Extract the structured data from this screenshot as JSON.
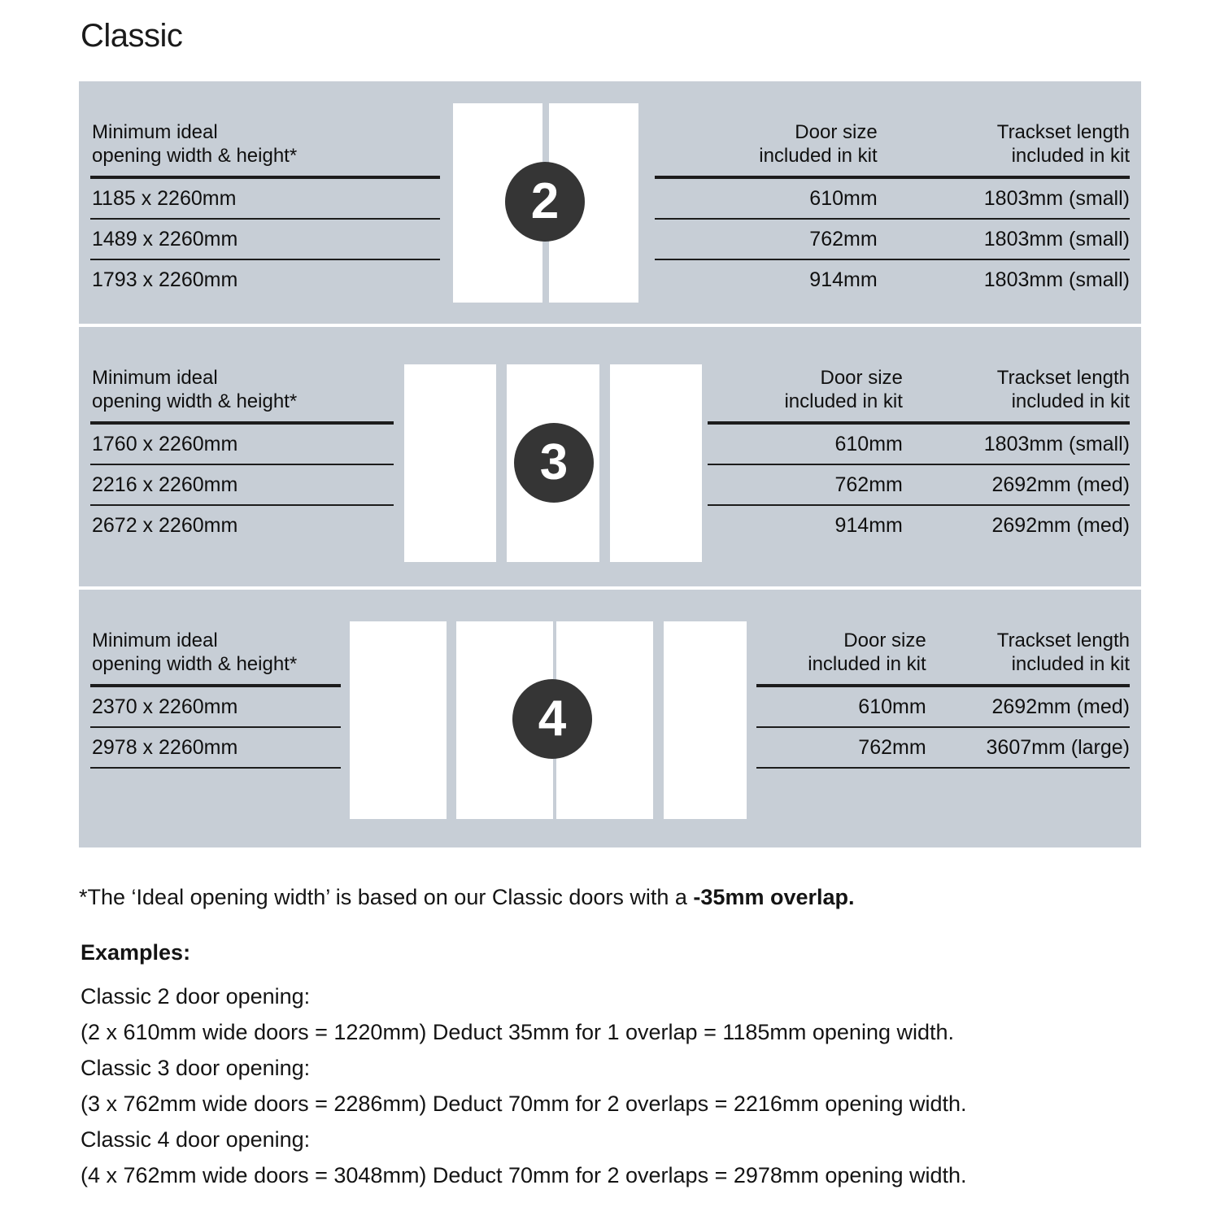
{
  "title": "Classic",
  "colors": {
    "card_bg": "#c7ced6",
    "badge_bg": "#353535",
    "door_fill": "#ffffff",
    "rule": "#1c1c1c",
    "text": "#141414"
  },
  "headers": {
    "left": "Minimum ideal\nopening width & height*",
    "door_size": "Door size\nincluded in kit",
    "trackset": "Trackset length\nincluded in kit"
  },
  "sections": [
    {
      "badge": "2",
      "door_count": 2,
      "rows": [
        {
          "opening": "1185 x 2260mm",
          "door_size": "610mm",
          "trackset": "1803mm (small)"
        },
        {
          "opening": "1489 x 2260mm",
          "door_size": "762mm",
          "trackset": "1803mm (small)"
        },
        {
          "opening": "1793 x 2260mm",
          "door_size": "914mm",
          "trackset": "1803mm (small)"
        }
      ]
    },
    {
      "badge": "3",
      "door_count": 3,
      "rows": [
        {
          "opening": "1760 x 2260mm",
          "door_size": "610mm",
          "trackset": "1803mm (small)"
        },
        {
          "opening": "2216 x 2260mm",
          "door_size": "762mm",
          "trackset": "2692mm (med)"
        },
        {
          "opening": "2672 x 2260mm",
          "door_size": "914mm",
          "trackset": "2692mm (med)"
        }
      ]
    },
    {
      "badge": "4",
      "door_count": 4,
      "rows": [
        {
          "opening": "2370 x 2260mm",
          "door_size": "610mm",
          "trackset": "2692mm (med)"
        },
        {
          "opening": "2978 x 2260mm",
          "door_size": "762mm",
          "trackset": "3607mm (large)"
        }
      ]
    }
  ],
  "footnote": {
    "normal": "*The ‘Ideal opening width’ is based on our Classic doors with a ",
    "bold": "-35mm overlap."
  },
  "examples": {
    "heading": "Examples:",
    "lines": [
      "Classic 2 door opening:",
      "(2 x 610mm wide doors = 1220mm)  Deduct 35mm for 1 overlap = 1185mm opening width.",
      "Classic 3 door opening:",
      "(3 x 762mm wide doors = 2286mm)  Deduct 70mm for 2 overlaps = 2216mm opening width.",
      "Classic 4 door opening:",
      "(4 x 762mm wide doors = 3048mm)  Deduct 70mm for 2 overlaps = 2978mm opening width."
    ]
  }
}
